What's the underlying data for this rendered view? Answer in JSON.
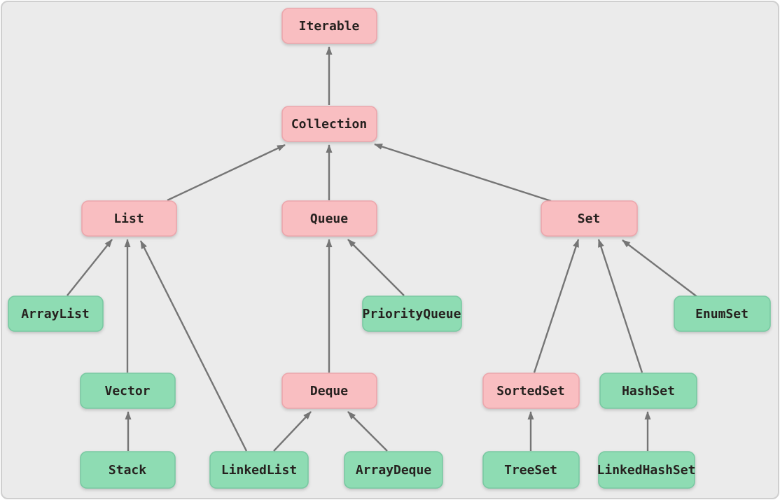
{
  "diagram": {
    "nodes": {
      "iterable": {
        "label": "Iterable",
        "kind": "interface"
      },
      "collection": {
        "label": "Collection",
        "kind": "interface"
      },
      "list": {
        "label": "List",
        "kind": "interface"
      },
      "queue": {
        "label": "Queue",
        "kind": "interface"
      },
      "set": {
        "label": "Set",
        "kind": "interface"
      },
      "arraylist": {
        "label": "ArrayList",
        "kind": "class"
      },
      "priorityqueue": {
        "label": "PriorityQueue",
        "kind": "class"
      },
      "enumset": {
        "label": "EnumSet",
        "kind": "class"
      },
      "vector": {
        "label": "Vector",
        "kind": "class"
      },
      "deque": {
        "label": "Deque",
        "kind": "interface"
      },
      "sortedset": {
        "label": "SortedSet",
        "kind": "interface"
      },
      "hashset": {
        "label": "HashSet",
        "kind": "class"
      },
      "stack": {
        "label": "Stack",
        "kind": "class"
      },
      "linkedlist": {
        "label": "LinkedList",
        "kind": "class"
      },
      "arraydeque": {
        "label": "ArrayDeque",
        "kind": "class"
      },
      "treeset": {
        "label": "TreeSet",
        "kind": "class"
      },
      "linkedhashset": {
        "label": "LinkedHashSet",
        "kind": "class"
      }
    },
    "edges": [
      {
        "from": "Collection",
        "to": "Iterable"
      },
      {
        "from": "List",
        "to": "Collection"
      },
      {
        "from": "Queue",
        "to": "Collection"
      },
      {
        "from": "Set",
        "to": "Collection"
      },
      {
        "from": "ArrayList",
        "to": "List"
      },
      {
        "from": "Vector",
        "to": "List"
      },
      {
        "from": "LinkedList",
        "to": "List"
      },
      {
        "from": "Deque",
        "to": "Queue"
      },
      {
        "from": "PriorityQueue",
        "to": "Queue"
      },
      {
        "from": "LinkedList",
        "to": "Deque"
      },
      {
        "from": "ArrayDeque",
        "to": "Deque"
      },
      {
        "from": "Stack",
        "to": "Vector"
      },
      {
        "from": "SortedSet",
        "to": "Set"
      },
      {
        "from": "HashSet",
        "to": "Set"
      },
      {
        "from": "EnumSet",
        "to": "Set"
      },
      {
        "from": "TreeSet",
        "to": "SortedSet"
      },
      {
        "from": "LinkedHashSet",
        "to": "HashSet"
      }
    ],
    "colors": {
      "background": "#ebebeb",
      "interface_fill": "#f9bec1",
      "interface_border": "#eca6ac",
      "class_fill": "#8edcb3",
      "class_border": "#79c9a2",
      "arrow": "#757575",
      "text": "#26211f"
    }
  }
}
